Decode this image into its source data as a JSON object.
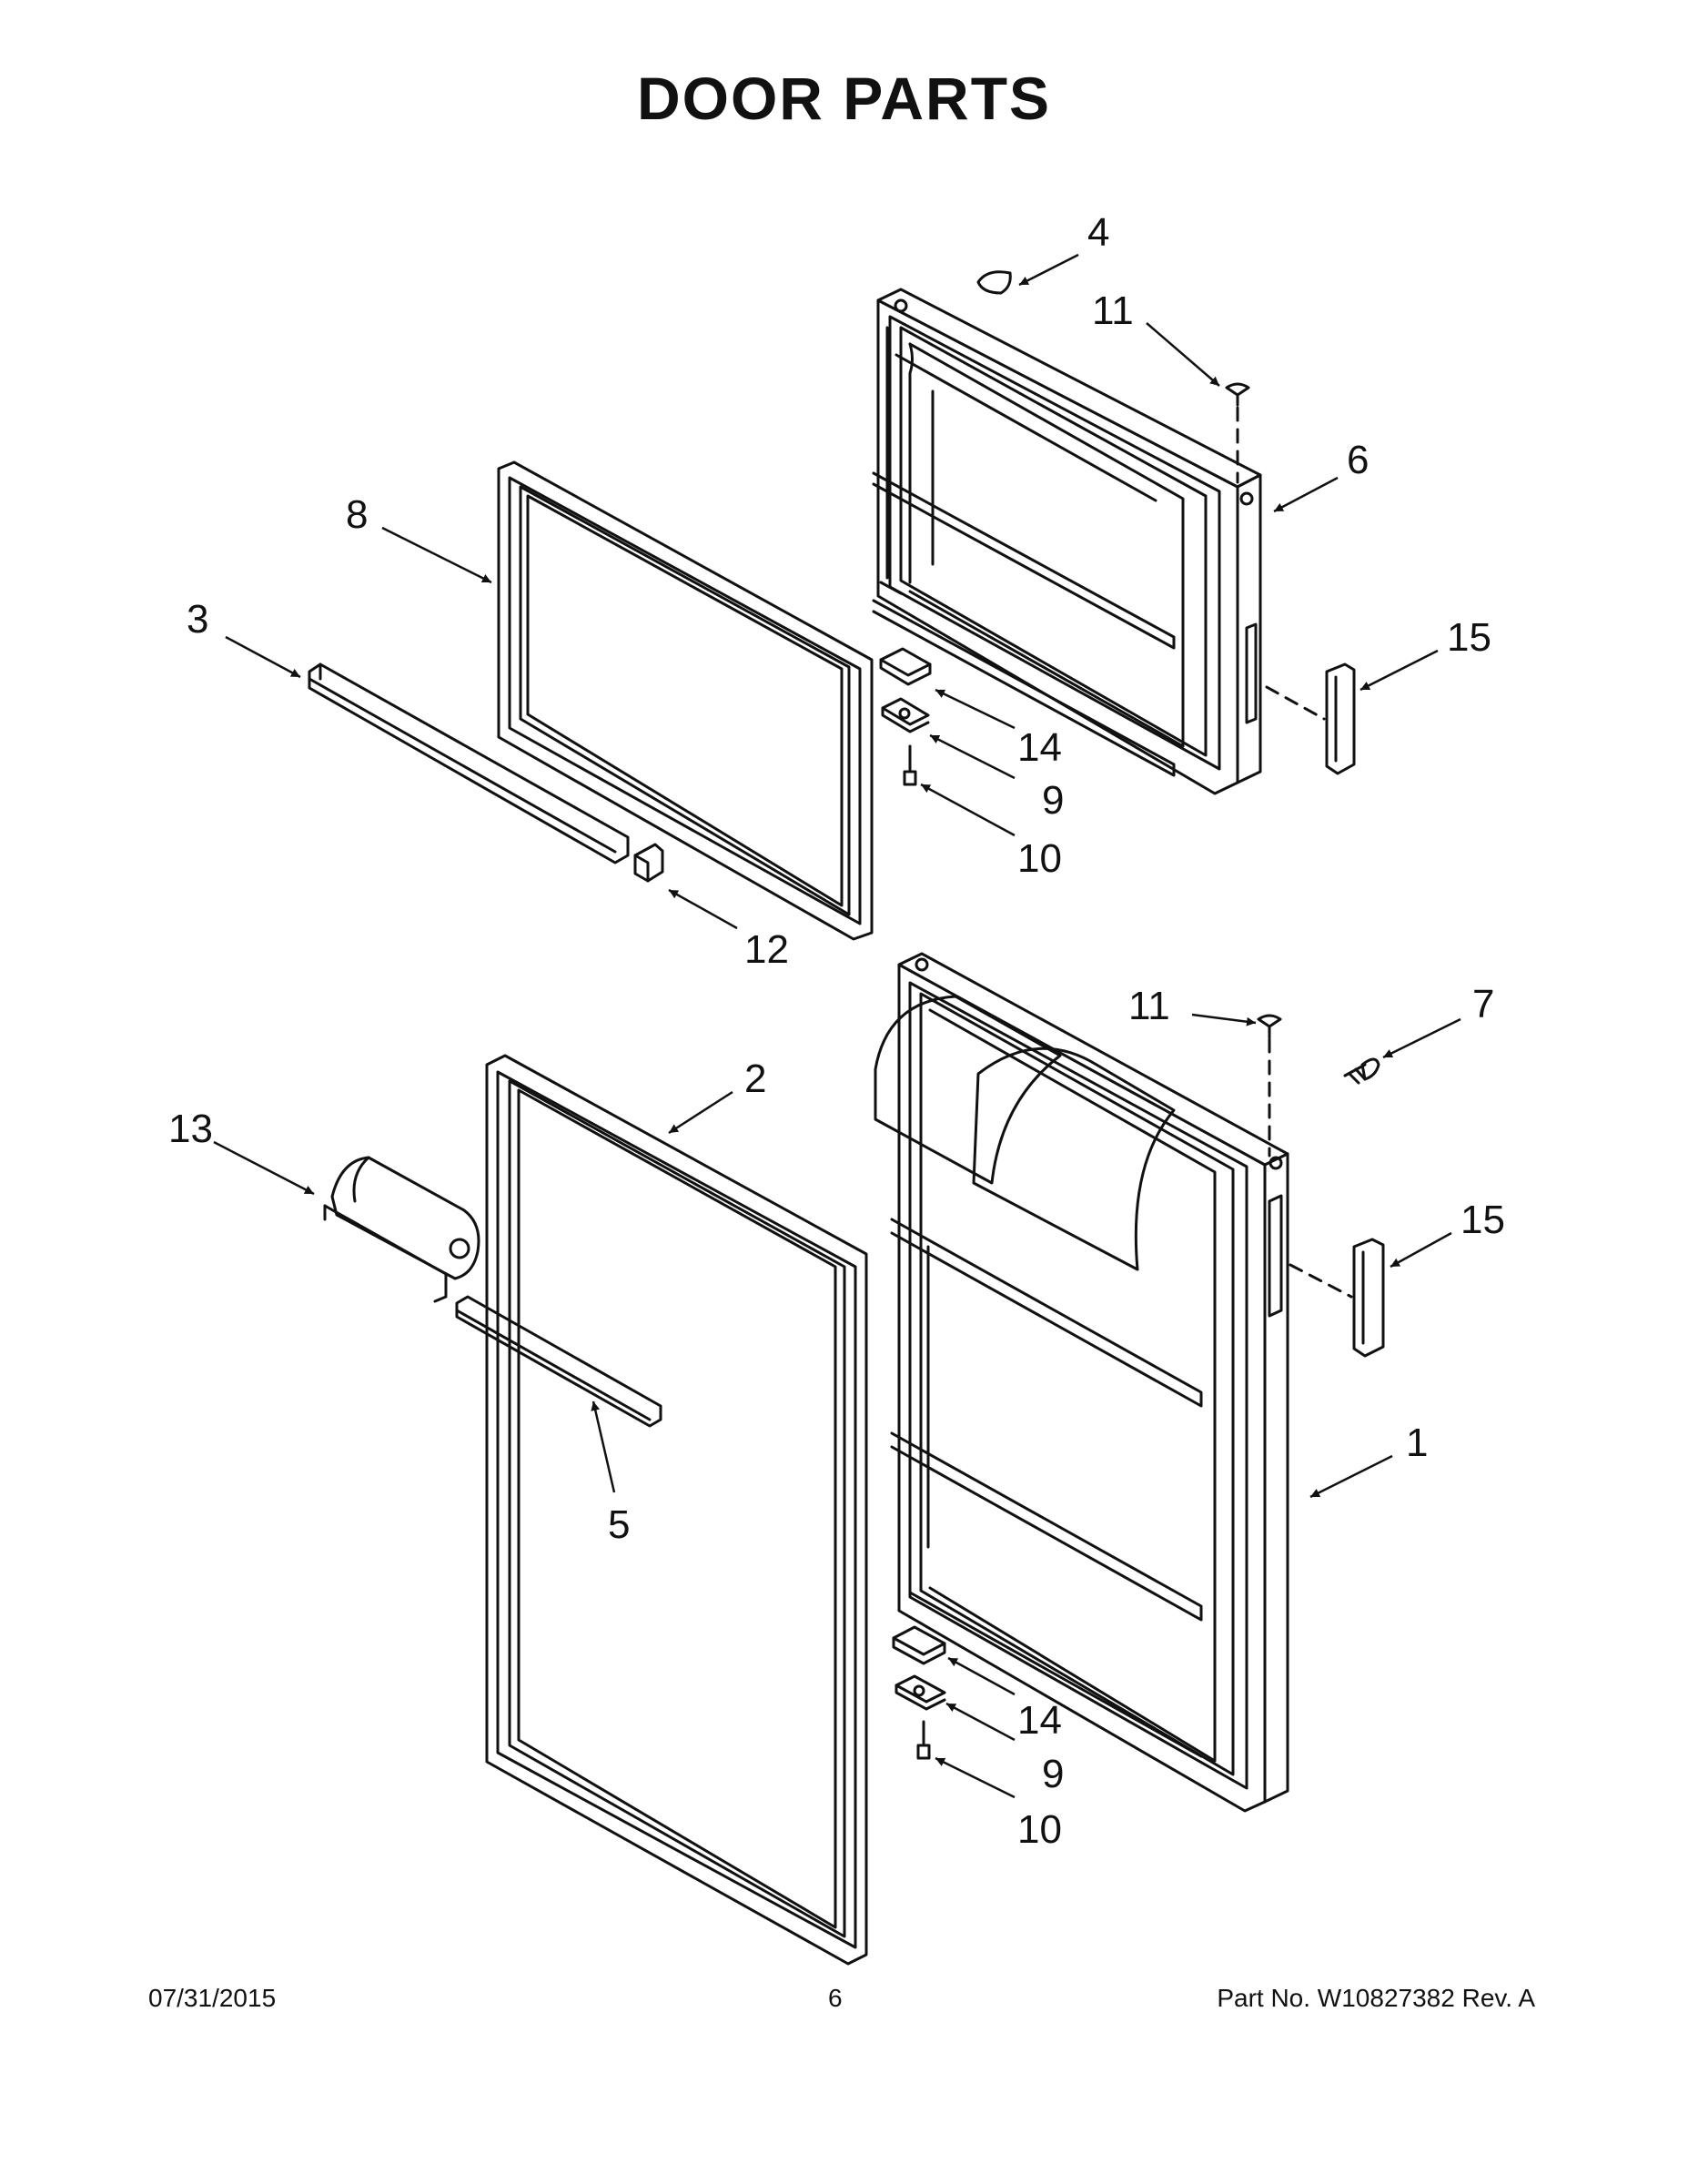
{
  "title": "DOOR PARTS",
  "callouts": {
    "c1": "1",
    "c2": "2",
    "c3": "3",
    "c4": "4",
    "c5": "5",
    "c6": "6",
    "c7": "7",
    "c8": "8",
    "c9a": "9",
    "c9b": "9",
    "c10a": "10",
    "c10b": "10",
    "c11a": "11",
    "c11b": "11",
    "c12": "12",
    "c13": "13",
    "c14a": "14",
    "c14b": "14",
    "c15a": "15",
    "c15b": "15"
  },
  "footer": {
    "date": "07/31/2015",
    "page": "6",
    "part": "Part No.  W10827382  Rev.  A"
  }
}
